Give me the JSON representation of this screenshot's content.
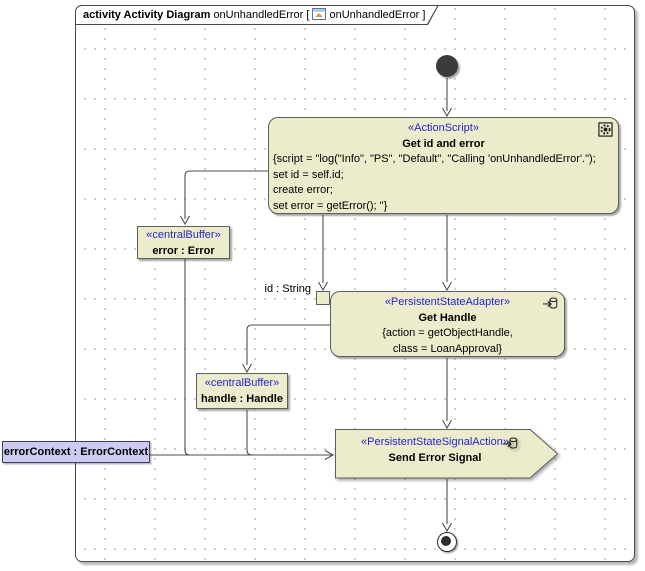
{
  "frame": {
    "title_keyword": "activity Activity Diagram",
    "title_name": "onUnhandledError [",
    "title_ref": "onUnhandledError ]"
  },
  "colors": {
    "node_fill": "#ececcd",
    "stereotype_blue": "#2525cf",
    "parameter_fill": "#ccccf1",
    "edge_gray": "#4d4d4d",
    "grid_dot": "#c9c9c9"
  },
  "nodes": {
    "action_script": {
      "stereotype": "«ActionScript»",
      "name": "Get id and error",
      "body_lines": [
        "{script = \"log(\"Info\", \"PS\", \"Default\", \"Calling 'onUnhandledError'.\");",
        "set id = self.id;",
        "create error;",
        "set error = getError(); \"}"
      ],
      "icon": "gear-icon"
    },
    "error_buffer": {
      "stereotype": "«centralBuffer»",
      "name": "error : Error"
    },
    "get_handle": {
      "stereotype": "«PersistentStateAdapter»",
      "name": "Get Handle",
      "body_lines": [
        "{action = getObjectHandle,",
        "class = LoanApproval}"
      ],
      "icon": "adapter-icon",
      "pin_label": "id : String"
    },
    "handle_buffer": {
      "stereotype": "«centralBuffer»",
      "name": "handle : Handle"
    },
    "send_signal": {
      "stereotype": "«PersistentStateSignalAction»",
      "name": "Send Error Signal",
      "icon": "adapter-icon"
    },
    "parameter_node": {
      "name": "errorContext : ErrorContext"
    },
    "initial_node": "initial",
    "final_node": "activity-final"
  }
}
